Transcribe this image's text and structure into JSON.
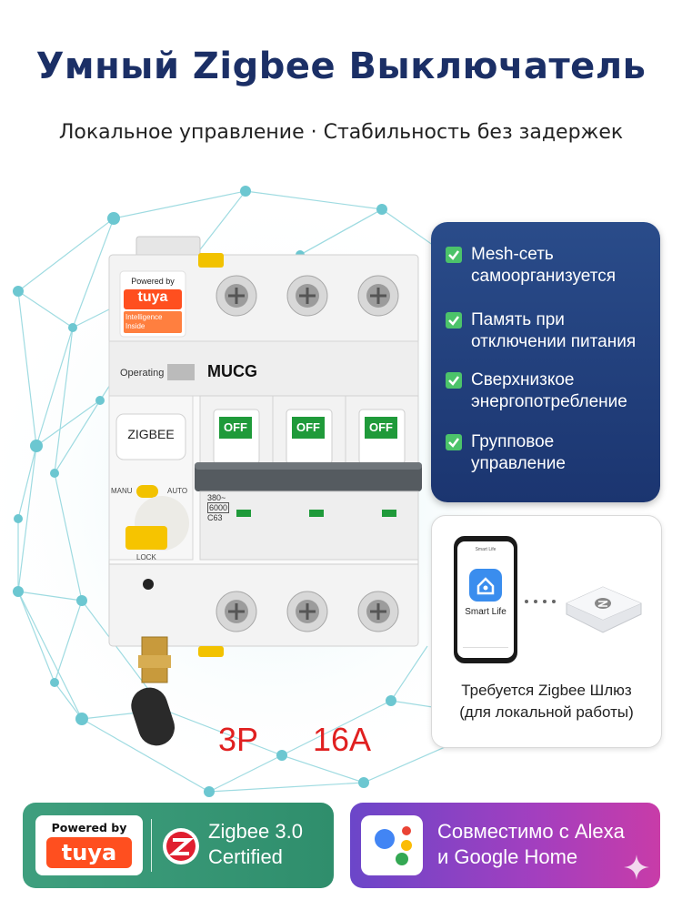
{
  "header": {
    "title": "Умный Zigbee Выключатель",
    "subtitle": "Локальное управление · Стабильность без задержек"
  },
  "product": {
    "powered_by": "Powered by",
    "tuya_brand": "tuya",
    "tuya_tag_line1": "Intelligence",
    "tuya_tag_line2": "Inside",
    "operating_label": "Operating",
    "model": "MUCG",
    "zigbee_label": "ZIGBEE",
    "off_labels": [
      "OFF",
      "OFF",
      "OFF"
    ],
    "manu_label": "MANU",
    "auto_label": "AUTO",
    "lock_label": "LOCK",
    "rating_line1": "380~",
    "rating_line2": "6000",
    "rating_line3": "C63"
  },
  "features": {
    "items": [
      {
        "line1": "Mesh-сеть",
        "line2": "самоорганизуется"
      },
      {
        "line1": "Память при",
        "line2": "отключении питания"
      },
      {
        "line1": "Сверхнизкое",
        "line2": "энергопотребление"
      },
      {
        "line1": "Групповое",
        "line2": "управление"
      }
    ],
    "check_color": "#4cc36a"
  },
  "gateway": {
    "app_name": "Smart Life",
    "phone_header": "Smart Life",
    "caption_line1": "Требуется Zigbee Шлюз",
    "caption_line2": "(для локальной работы)"
  },
  "specs": {
    "poles": "3P",
    "current": "16A"
  },
  "badges": {
    "left": {
      "powered_by": "Powered by",
      "brand": "tuya",
      "line1": "Zigbee 3.0",
      "line2": "Certified"
    },
    "right": {
      "line1": "Совместимо с Alexa",
      "line2": "и  Google Home"
    }
  },
  "colors": {
    "title": "#1b2f66",
    "features_bg": "#1f3b78",
    "spec_red": "#e02020",
    "tuya_orange": "#ff4f1f",
    "off_green": "#1f9a3a"
  }
}
